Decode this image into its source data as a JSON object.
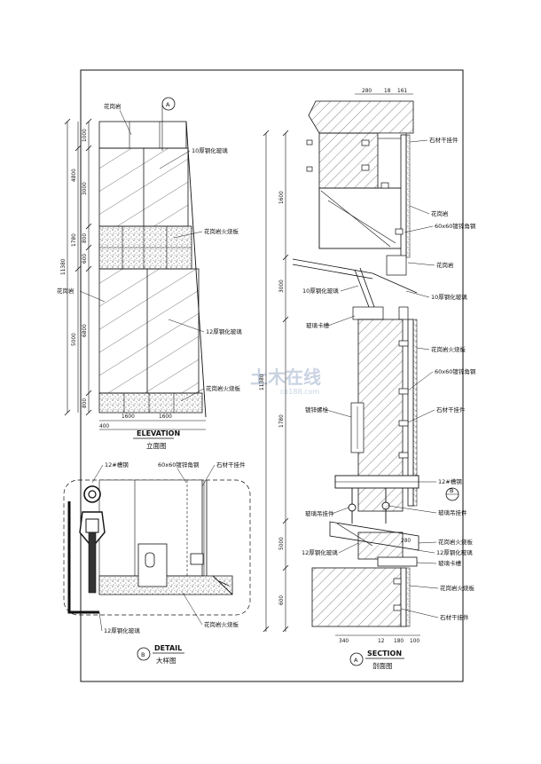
{
  "watermark": {
    "main": "土木在线",
    "sub": "co188.com"
  },
  "elevation": {
    "title_en": "ELEVATION",
    "title_cn": "立面图",
    "marker": "A",
    "labels": {
      "granite_top": "花岗岩",
      "glass_10": "10厚钢化玻璃",
      "fire_board_1": "花岗岩火烧板",
      "granite_left": "花岗岩",
      "glass_12": "12厚钢化玻璃",
      "fire_board_2": "花岗岩火烧板"
    },
    "dims_left": {
      "d1": "1000",
      "d2": "3000",
      "d3": "4800",
      "d4": "800",
      "d5": "600",
      "d6": "1780",
      "d7": "11380",
      "d8": "5000",
      "d9": "6800",
      "d10": "800"
    },
    "dims_bottom": {
      "w1": "1600",
      "w2": "1600",
      "w3": "400"
    }
  },
  "detail": {
    "title_en": "DETAIL",
    "title_cn": "大样图",
    "marker": "B",
    "labels": {
      "channel": "12#槽钢",
      "angle": "60x60镀锌角钢",
      "hanger": "石材干挂件",
      "glass": "12厚钢化玻璃",
      "fire_board": "花岗岩火烧板"
    }
  },
  "section": {
    "title_en": "SECTION",
    "title_cn": "剖面图",
    "marker_a": "A",
    "marker_b": "B",
    "labels": {
      "hanger_1": "石材干挂件",
      "granite_1": "花岗岩",
      "angle_1": "60x60镀锌角钢",
      "granite_2": "花岗岩",
      "glass_10_left": "10厚钢化玻璃",
      "glass_10_right": "10厚钢化玻璃",
      "clip_1": "玻璃卡槽",
      "fire_board_1": "花岗岩火烧板",
      "angle_2": "60x60镀锌角钢",
      "bolt": "镀锌螺栓",
      "hanger_2": "石材干挂件",
      "channel": "12#槽钢",
      "glass_hanger_left": "玻璃吊挂件",
      "glass_hanger_right": "玻璃吊挂件",
      "fire_board_2": "花岗岩火烧板",
      "glass_12_left": "12厚钢化玻璃",
      "glass_12_right": "12厚钢化玻璃",
      "clip_2": "玻璃卡槽",
      "fire_board_3": "花岗岩火烧板",
      "hanger_3": "石材干挂件"
    },
    "dims_top": {
      "a": "280",
      "b": "18",
      "c": "161"
    },
    "dims_left": {
      "a": "1600",
      "b": "3000",
      "c": "1780",
      "d": "11380",
      "e": "5000",
      "f": "600"
    },
    "dims_right": {
      "a": "280"
    },
    "dims_bottom": {
      "a": "340",
      "b": "12",
      "c": "180",
      "d": "100"
    }
  }
}
